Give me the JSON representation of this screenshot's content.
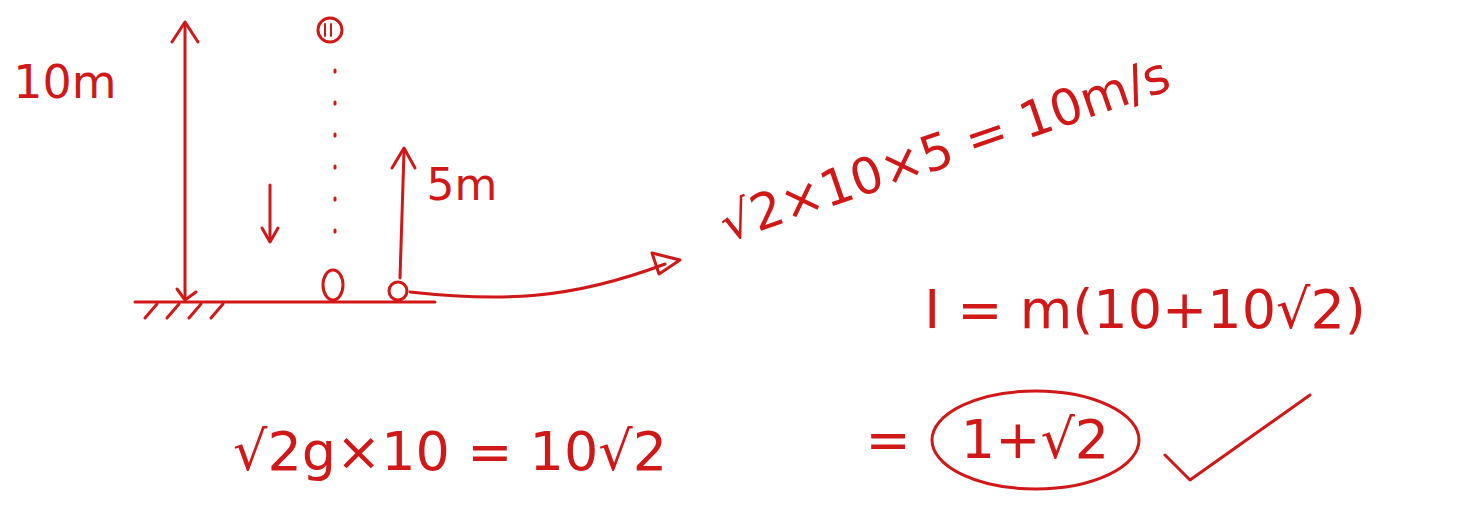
{
  "diagram": {
    "nodes": [
      {
        "text": [
          "1+√2"
        ]
      }
    ],
    "labels": [
      "10m",
      "5m",
      "√2×10×5 = 10m/s",
      "√2g×10 = 10√2",
      "I = m(10+10√2)",
      "="
    ]
  }
}
